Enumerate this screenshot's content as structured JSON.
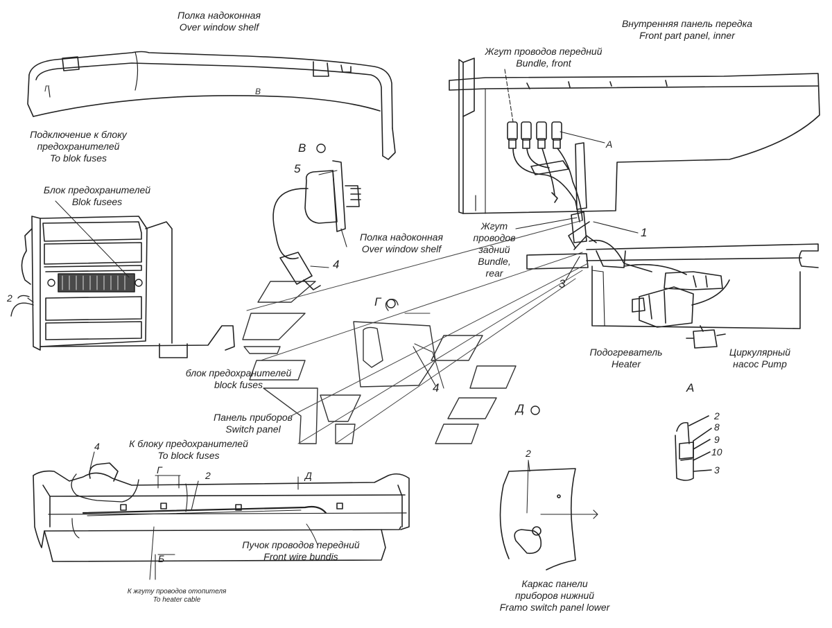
{
  "labels": {
    "over_window_shelf_top": {
      "ru": "Полка надоконная",
      "en": "Over window  shelf"
    },
    "front_panel_inner": {
      "ru": "Внутренняя панель передка",
      "en": "Front part panel, inner"
    },
    "bundle_front": {
      "ru": "Жгут проводов передний",
      "en": "Bundle, front"
    },
    "fuse_connection": {
      "ru1": "Подключение к блоку",
      "ru2": "предохранителей",
      "en": "To blok fuses"
    },
    "fuse_block": {
      "ru": "Блок предохранителей",
      "en": "Blok fusees"
    },
    "over_window_shelf_mid": {
      "ru": "Полка надоконная",
      "en": "Over window  shelf"
    },
    "bundle_rear": {
      "ru1": "Жгут",
      "ru2": "проводов",
      "ru3": "задний",
      "en1": "Bundle,",
      "en2": "rear"
    },
    "heater": {
      "ru": "Подогреватель",
      "en": "Heater"
    },
    "pump": {
      "ru1": "Циркулярный",
      "ru2": "насос Pump"
    },
    "fuse_block_lower": {
      "ru": "блок предохранителей",
      "en": "block fuses"
    },
    "switch_panel": {
      "ru": "Панель приборов",
      "en": "Switch panel"
    },
    "to_block_fuses": {
      "ru": "К блоку предохранителей",
      "en": "To block fuses"
    },
    "front_wire_bundle": {
      "ru": "Пучок проводов передний",
      "en": "Front wire bundis"
    },
    "heater_cable": {
      "ru": "К жгуту проводов отопителя",
      "en": "To heater cable"
    },
    "frame_lower": {
      "ru1": "Каркас панели",
      "ru2": "приборов нижний",
      "en": "Framo switch panel lower"
    }
  },
  "view_refs": {
    "v": "В",
    "g": "Г",
    "d": "Д",
    "b": "Б",
    "a": "А",
    "shelf_g": "Г",
    "shelf_v": "В"
  },
  "callouts": {
    "n1": "1",
    "n2_left": "2",
    "n2_panel": "2",
    "n2_frame": "2",
    "n2_a": "2",
    "n3_mid": "3",
    "n3_a": "3",
    "n4_conn": "4",
    "n4_bracket": "4",
    "n4_panel": "4",
    "n5": "5",
    "n8": "8",
    "n9": "9",
    "n10": "10",
    "a_label": "A",
    "a_detail": "А"
  }
}
